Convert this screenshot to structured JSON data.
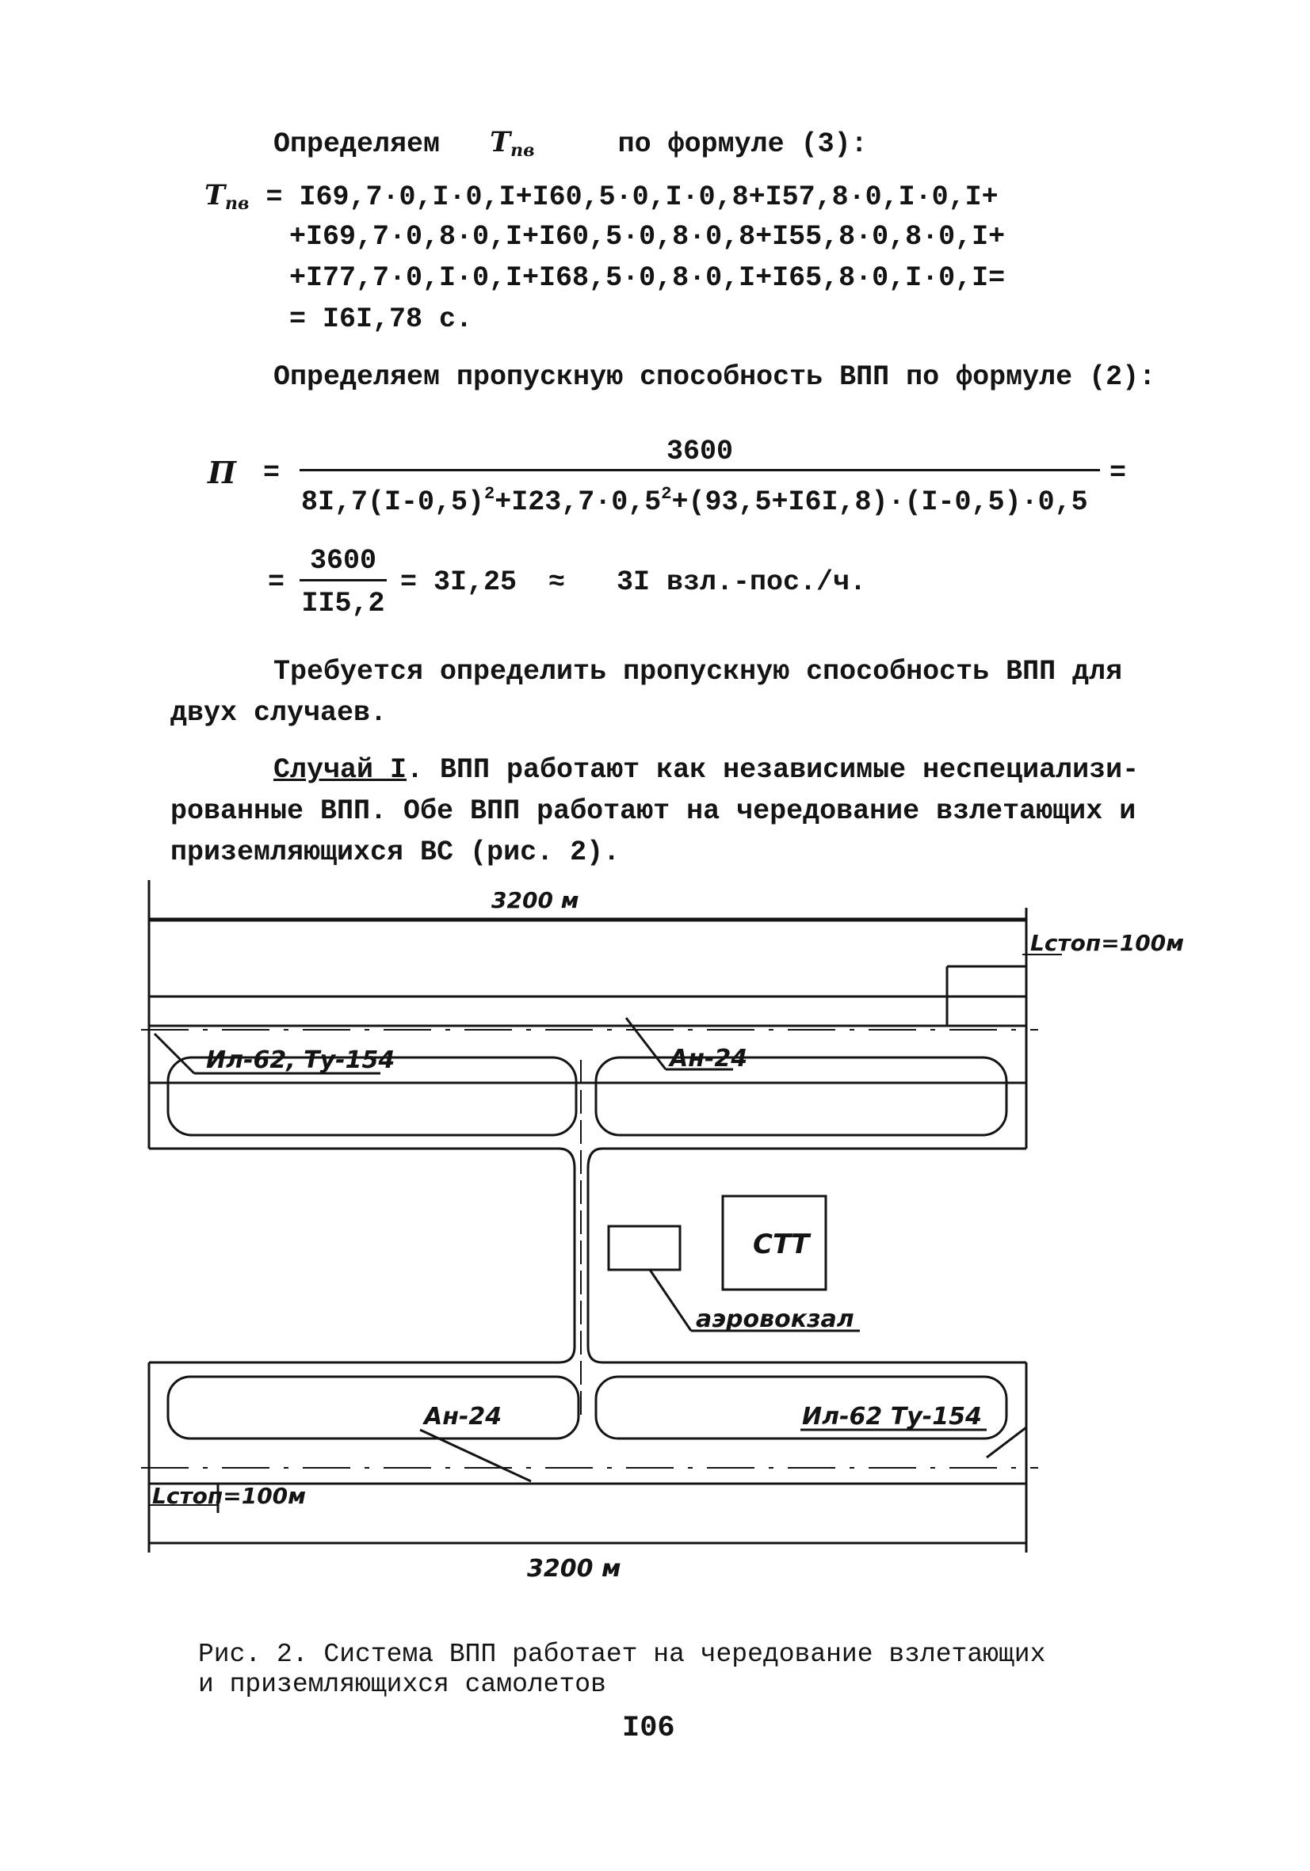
{
  "formula_tpv": {
    "intro_prefix": "Определяем",
    "symbol": "T",
    "symbol_sub": "пв",
    "intro_suffix": "по формуле (3):",
    "lhs_symbol": "T",
    "lhs_sub": "пв",
    "line1": "= I69,7·0,I·0,I+I60,5·0,I·0,8+I57,8·0,I·0,I+",
    "line2": "+I69,7·0,8·0,I+I60,5·0,8·0,8+I55,8·0,8·0,I+",
    "line3": "+I77,7·0,I·0,I+I68,5·0,8·0,I+I65,8·0,I·0,I=",
    "line4": "= I6I,78 с."
  },
  "formula_p": {
    "intro": "Определяем пропускную способность ВПП по формуле (2):",
    "lhs_symbol": "П",
    "eq": "=",
    "numerator": "3600",
    "denominator_a": "8I,7(I-0,5)",
    "denominator_a_sup": "2",
    "denominator_b": "+I23,7·0,5",
    "denominator_b_sup": "2",
    "denominator_c": "+(93,5+I6I,8)·(I-0,5)·0,5",
    "eq_end": "=",
    "line2_eq": "=",
    "line2_numerator": "3600",
    "line2_denominator": "II5,2",
    "line2_result": "= 3I,25",
    "line2_approx": "≈",
    "line2_final": "3I взл.-пос./ч."
  },
  "task": {
    "line1": "Требуется определить пропускную способность ВПП для",
    "line2": "двух случаев."
  },
  "case1": {
    "label": "Случай I",
    "line1_rest": ". ВПП работают как независимые неспециализи-",
    "line2": "рованные ВПП. Обе ВПП работают на чередование взлетающих и",
    "line3": "приземляющихся ВС (рис. 2)."
  },
  "diagram": {
    "top_length": "3200 м",
    "top_lstop": "Lстоп=100м",
    "label_il62_tu154_top": "Ил-62, Ту-154",
    "label_an24_top": "Ан-24",
    "label_stt": "СТТ",
    "label_terminal": "аэровокзал",
    "label_an24_bottom": "Ан-24",
    "label_il62_tu154_bottom": "Ил-62 Ту-154",
    "bottom_lstop": "Lстоп=100м",
    "bottom_length": "3200 м"
  },
  "caption": {
    "line1": "Рис. 2. Система ВПП работает на чередование взлетающих",
    "line2": "и приземляющихся самолетов"
  },
  "page_number": "I06"
}
